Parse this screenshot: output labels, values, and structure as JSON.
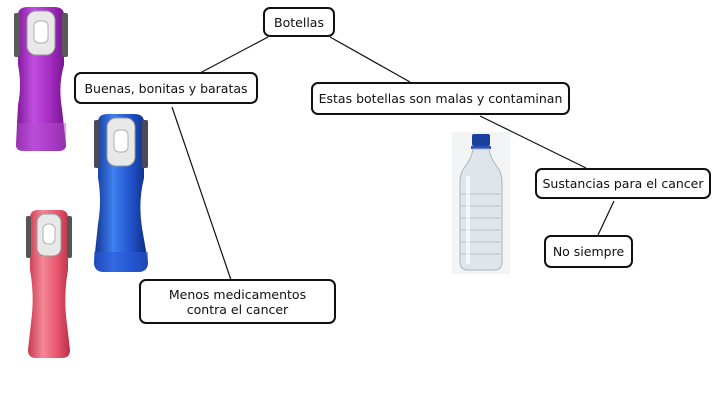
{
  "diagram": {
    "root": {
      "label": "Botellas"
    },
    "nodes": {
      "good": {
        "label": "Buenas, bonitas y baratas"
      },
      "bad": {
        "label": "Estas botellas son malas y  contaminan"
      },
      "meds": {
        "label": "Menos medicamentos contra el cancer"
      },
      "subst": {
        "label": "Sustancias para el cancer"
      },
      "no": {
        "label": "No siempre"
      }
    },
    "connections": [
      [
        "root",
        "good"
      ],
      [
        "root",
        "bad"
      ],
      [
        "good",
        "meds"
      ],
      [
        "bad",
        "subst"
      ],
      [
        "subst",
        "no"
      ]
    ],
    "images": [
      {
        "name": "purple-tumbler-image",
        "color": "#a42bc0"
      },
      {
        "name": "blue-tumbler-image",
        "color": "#1f50c8"
      },
      {
        "name": "pink-tumbler-image",
        "color": "#e8556c"
      },
      {
        "name": "plastic-water-bottle-image",
        "color": "#c9d5dd"
      }
    ]
  }
}
